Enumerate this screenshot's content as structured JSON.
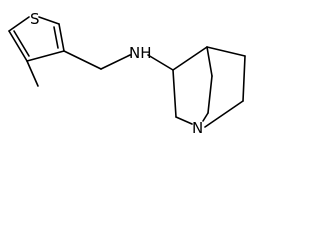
{
  "molecule": {
    "atoms": {
      "sulfur": "S",
      "amine_nitrogen": "NH",
      "bridgehead_nitrogen": "N"
    },
    "bond_color": "#000000",
    "background_color": "#ffffff"
  }
}
